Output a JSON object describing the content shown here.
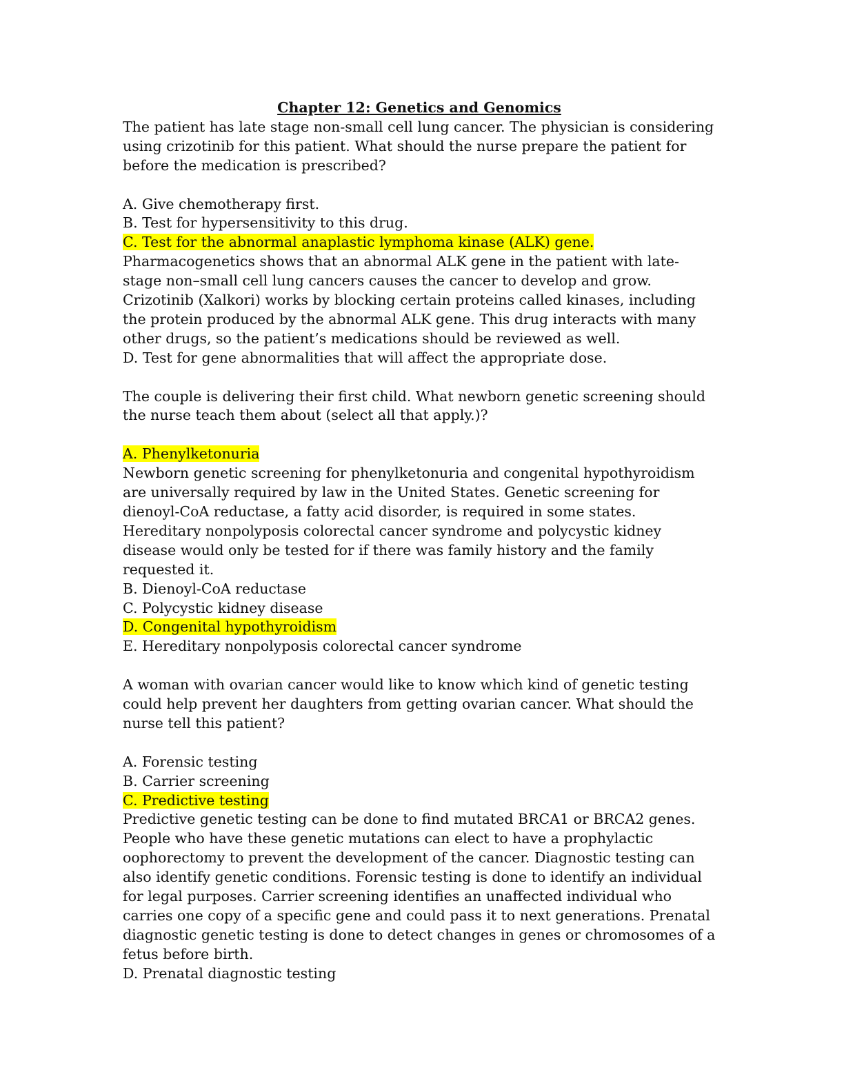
{
  "document": {
    "title": "Chapter 12: Genetics and Genomics",
    "highlight_color": "#ffff00",
    "questions": [
      {
        "stem": "The patient has late stage non-small cell lung cancer. The physician is considering using crizotinib for this patient. What should the nurse prepare the patient for before the medication is prescribed?",
        "options": [
          {
            "text": "A. Give chemotherapy first.",
            "highlighted": false
          },
          {
            "text": "B. Test for hypersensitivity to this drug.",
            "highlighted": false
          },
          {
            "text": "C. Test for the abnormal anaplastic lymphoma kinase (ALK) gene.",
            "highlighted": true
          },
          {
            "text": "D. Test for gene abnormalities that will affect the appropriate dose.",
            "highlighted": false
          }
        ],
        "rationale": "Pharmacogenetics shows that an abnormal ALK gene in the patient with late-stage non–small cell lung cancers causes the cancer to develop and grow. Crizotinib (Xalkori) works by blocking certain proteins called kinases, including the protein produced by the abnormal ALK gene. This drug interacts with many other drugs, so the patient’s medications should be reviewed as well."
      },
      {
        "stem": "The couple is delivering their first child. What newborn genetic screening should the nurse teach them about (select all that apply.)?",
        "options": [
          {
            "text": "A. Phenylketonuria",
            "highlighted": true
          },
          {
            "text": "B. Dienoyl-CoA reductase",
            "highlighted": false
          },
          {
            "text": "C. Polycystic kidney disease",
            "highlighted": false
          },
          {
            "text": "D. Congenital hypothyroidism",
            "highlighted": true
          },
          {
            "text": "E. Hereditary nonpolyposis colorectal cancer syndrome",
            "highlighted": false
          }
        ],
        "rationale": "Newborn genetic screening for phenylketonuria and congenital hypothyroidism are universally required by law in the United States. Genetic screening for dienoyl-CoA reductase, a fatty acid disorder, is required in some states. Hereditary nonpolyposis colorectal cancer syndrome and polycystic kidney disease would only be tested for if there was family history and the family requested it."
      },
      {
        "stem": "A woman with ovarian cancer would like to know which kind of genetic testing could help prevent her daughters from getting ovarian cancer. What should the nurse tell this patient?",
        "options": [
          {
            "text": "A. Forensic testing",
            "highlighted": false
          },
          {
            "text": "B. Carrier screening",
            "highlighted": false
          },
          {
            "text": "C. Predictive testing",
            "highlighted": true
          },
          {
            "text": "D. Prenatal diagnostic testing",
            "highlighted": false
          }
        ],
        "rationale": "Predictive genetic testing can be done to find mutated BRCA1 or BRCA2 genes. People who have these genetic mutations can elect to have a prophylactic oophorectomy to prevent the development of the cancer. Diagnostic testing can also identify genetic conditions. Forensic testing is done to identify an individual for legal purposes. Carrier screening identifies an unaffected individual who carries one copy of a specific gene and could pass it to next generations. Prenatal diagnostic genetic testing is done to detect changes in genes or chromosomes of a fetus before birth."
      }
    ]
  }
}
